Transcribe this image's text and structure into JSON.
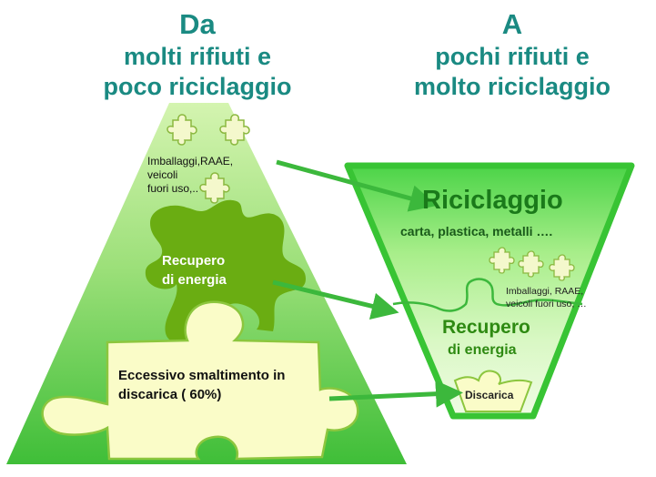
{
  "left_heading": {
    "title": "Da",
    "line1": "molti rifiuti e",
    "line2": "poco riciclaggio"
  },
  "right_heading": {
    "title": "A",
    "line1": "pochi rifiuti e",
    "line2": "molto riciclaggio"
  },
  "left_pyramid": {
    "top_label_line1": "Imballaggi,RAAE,",
    "top_label_line2": "veicoli",
    "top_label_line3": "fuori uso,..",
    "energy_line1": "Recupero",
    "energy_line2": "di energia",
    "landfill_line1": "Eccessivo smaltimento in",
    "landfill_line2": "discarica  ( 60%)"
  },
  "right_funnel": {
    "recycling_title": "Riciclaggio",
    "recycling_sub": "carta, plastica, metalli ….",
    "small_label_line1": "Imballaggi, RAAE,",
    "small_label_line2": "veicoli fuori uso, …",
    "energy_line1": "Recupero",
    "energy_line2": "di energia",
    "landfill": "Discarica"
  },
  "colors": {
    "heading": "#1a8a82",
    "pyramid_light": "#c8f0a0",
    "pyramid_dark": "#4cc63a",
    "puzzle_dark": "#6aad12",
    "puzzle_light": "#fafcc8",
    "puzzle_outline": "#8cc63e",
    "arrow": "#3cb83c",
    "energy_text": "#2e8a12"
  }
}
